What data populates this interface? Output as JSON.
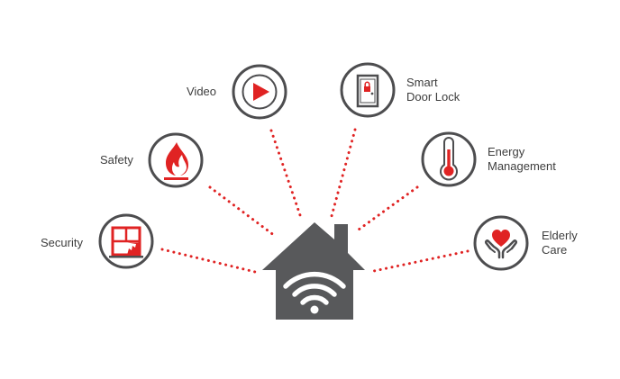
{
  "colors": {
    "accent": "#e02323",
    "house": "#58595b",
    "ring": "#4d4d4f",
    "text": "#3d3d3d",
    "background": "#ffffff"
  },
  "hub": {
    "icon": "house-wifi-icon"
  },
  "features": [
    {
      "key": "video",
      "label": "Video",
      "icon": "play-icon"
    },
    {
      "key": "smart-door-lock",
      "label": "Smart\nDoor Lock",
      "icon": "door-lock-icon"
    },
    {
      "key": "safety",
      "label": "Safety",
      "icon": "flame-icon"
    },
    {
      "key": "energy-management",
      "label": "Energy\nManagement",
      "icon": "thermometer-icon"
    },
    {
      "key": "security",
      "label": "Security",
      "icon": "window-icon"
    },
    {
      "key": "elderly-care",
      "label": "Elderly\nCare",
      "icon": "hands-heart-icon"
    }
  ]
}
